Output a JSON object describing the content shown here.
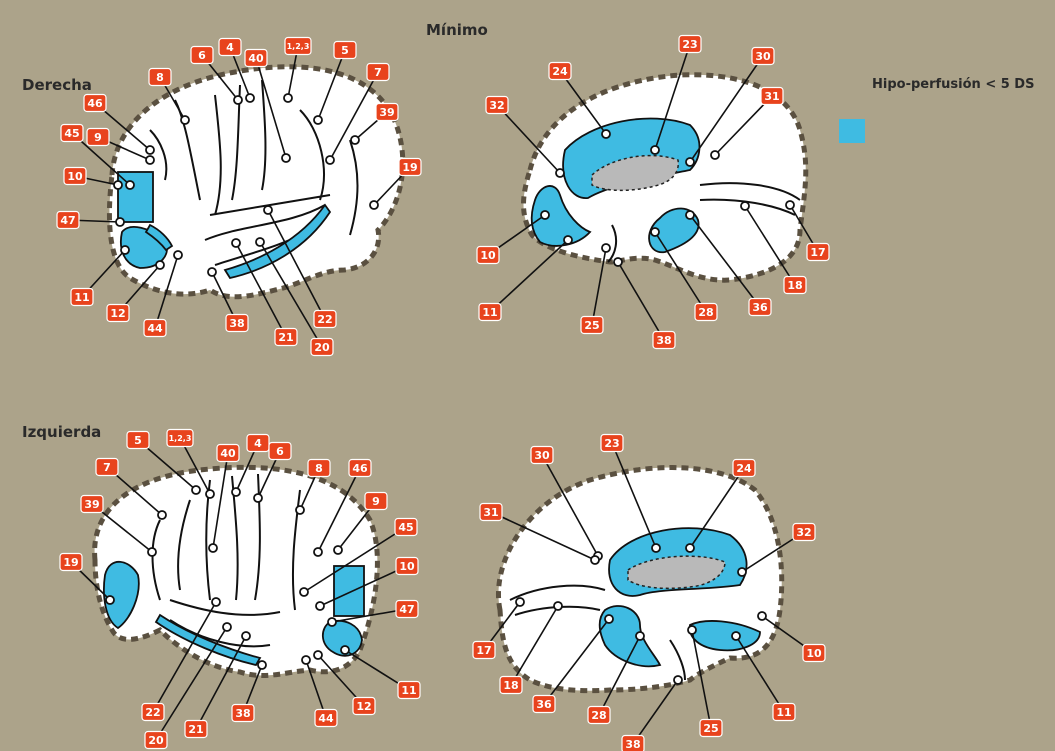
{
  "title": "Mínimo",
  "legend": {
    "label": "Hipo-perfusión < 5 DS",
    "color": "#3fbbe2"
  },
  "panels": {
    "right_label": "Derecha",
    "left_label": "Izquierda"
  },
  "colors": {
    "background": "#aca38a",
    "tag": "#e8431d",
    "hypoperfusion": "#3fbbe2"
  },
  "areas": {
    "right_lateral": [
      "46",
      "8",
      "6",
      "4",
      "40",
      "1,2,3",
      "5",
      "7",
      "39",
      "19",
      "9",
      "45",
      "10",
      "47",
      "11",
      "12",
      "44",
      "38",
      "21",
      "20",
      "22"
    ],
    "right_medial": [
      "24",
      "23",
      "30",
      "31",
      "32",
      "10",
      "11",
      "25",
      "38",
      "28",
      "36",
      "18",
      "17"
    ],
    "left_lateral": [
      "5",
      "1,2,3",
      "40",
      "4",
      "6",
      "8",
      "46",
      "9",
      "45",
      "10",
      "47",
      "11",
      "12",
      "44",
      "38",
      "21",
      "20",
      "22",
      "19",
      "39",
      "7"
    ],
    "left_medial": [
      "30",
      "23",
      "24",
      "32",
      "31",
      "17",
      "18",
      "36",
      "28",
      "38",
      "25",
      "11",
      "10"
    ]
  }
}
